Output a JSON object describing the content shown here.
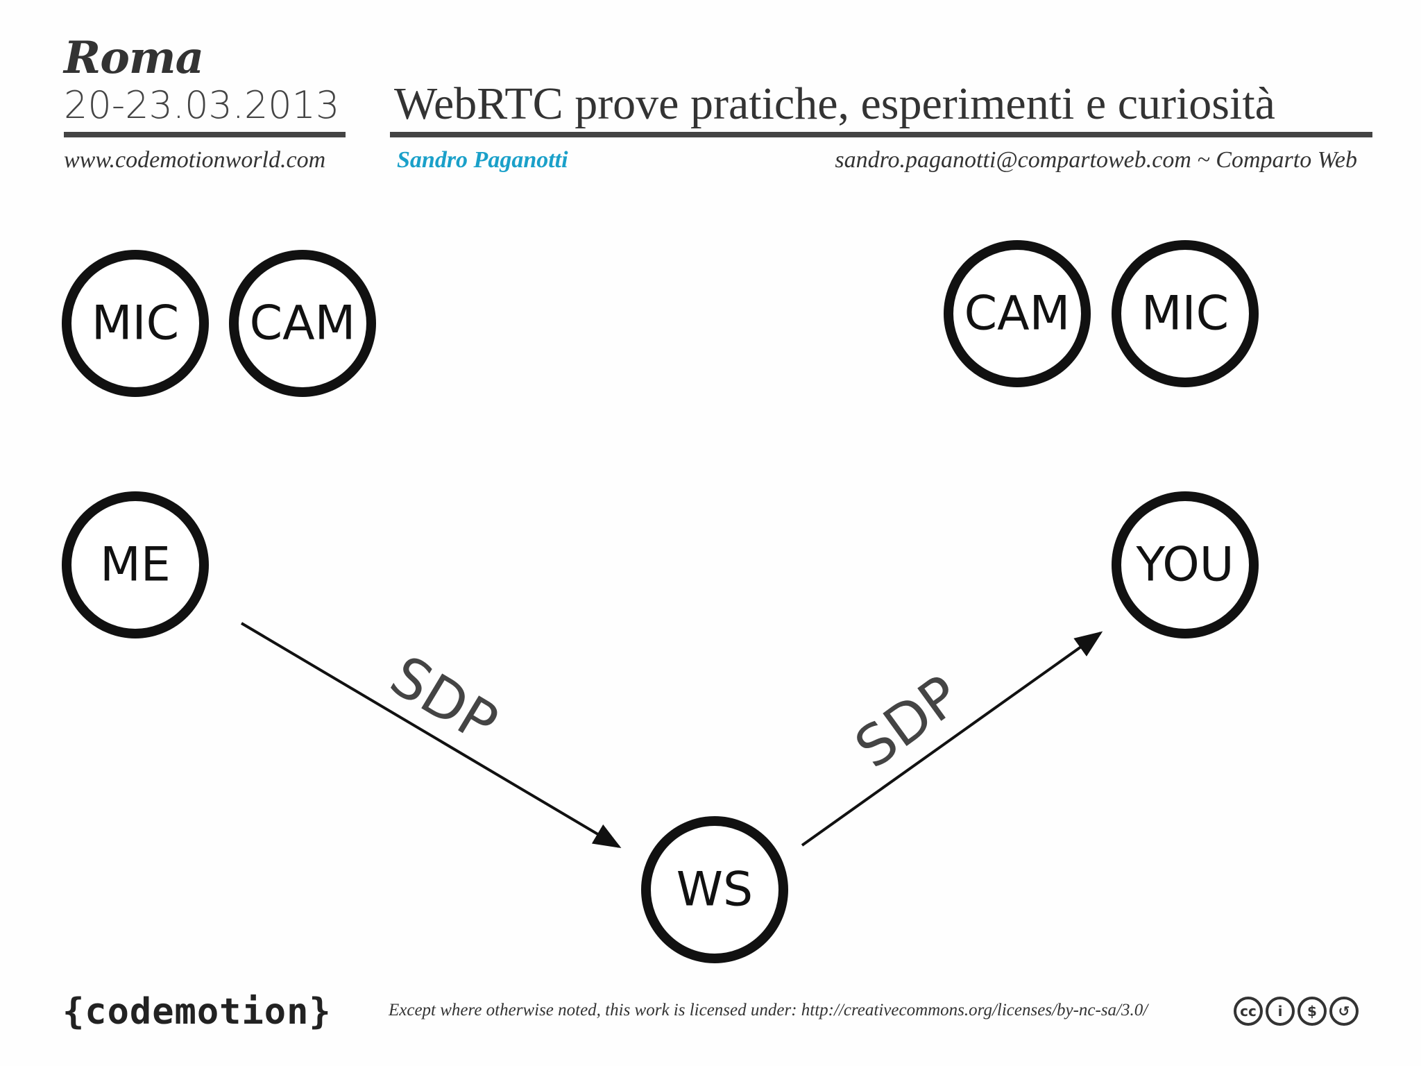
{
  "header": {
    "city": "Roma",
    "dates": "20-23.03.2013",
    "title": "WebRTC prove pratiche, esperimenti e curiosità",
    "website": "www.codemotionworld.com",
    "author": "Sandro Paganotti",
    "contact": "sandro.paganotti@compartoweb.com  ~ Comparto Web"
  },
  "diagram": {
    "nodes": {
      "mic_left": "MIC",
      "cam_left": "CAM",
      "cam_right": "CAM",
      "mic_right": "MIC",
      "me": "ME",
      "you": "YOU",
      "ws": "WS"
    },
    "edges": {
      "me_to_ws": "SDP",
      "ws_to_you": "SDP"
    }
  },
  "footer": {
    "logo": "{codemotion}",
    "license": "Except where otherwise noted, this work is licensed under: http://creativecommons.org/licenses/by-nc-sa/3.0/",
    "cc_icons": [
      "cc-icon",
      "by-icon",
      "nc-icon",
      "sa-icon"
    ],
    "cc_glyphs": [
      "cc",
      "i",
      "$",
      "↺"
    ]
  }
}
